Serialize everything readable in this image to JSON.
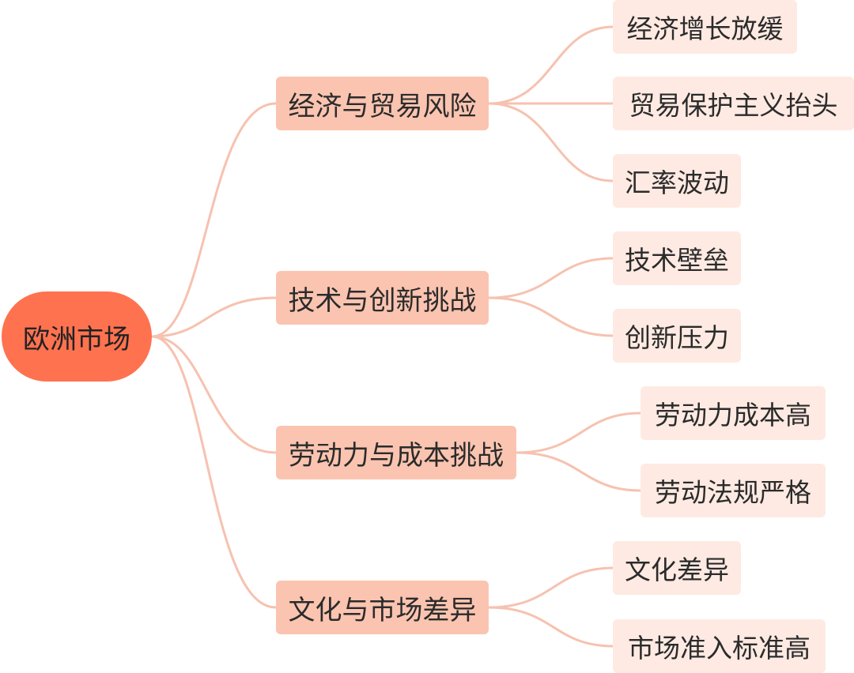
{
  "mindmap": {
    "root": "欧洲市场",
    "branches": [
      {
        "label": "经济与贸易风险",
        "children": [
          "经济增长放缓",
          "贸易保护主义抬头",
          "汇率波动"
        ]
      },
      {
        "label": "技术与创新挑战",
        "children": [
          "技术壁垒",
          "创新压力"
        ]
      },
      {
        "label": "劳动力与成本挑战",
        "children": [
          "劳动力成本高",
          "劳动法规严格"
        ]
      },
      {
        "label": "文化与市场差异",
        "children": [
          "文化差异",
          "市场准入标准高"
        ]
      }
    ]
  },
  "colors": {
    "root_fill": "#ff7250",
    "branch_fill": "#fac4b0",
    "leaf_fill": "#feeae2",
    "connector": "#f6c2b0"
  }
}
